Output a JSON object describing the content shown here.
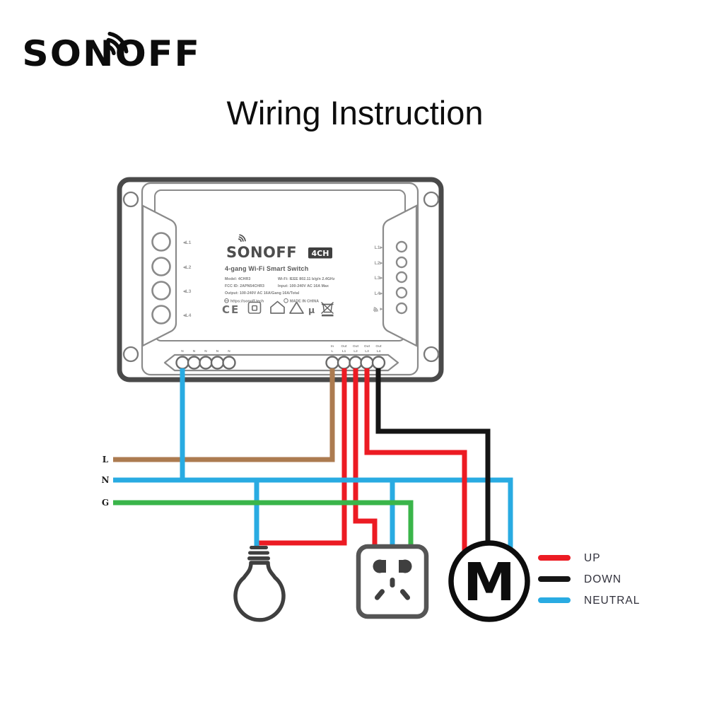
{
  "brand": {
    "name": "SONOFF"
  },
  "page": {
    "title": "Wiring Instruction"
  },
  "device": {
    "logo": "SONOFF",
    "badge": "4CH",
    "product_name": "4-gang Wi-Fi Smart Switch",
    "model": "Model: 4CHR3",
    "wifi": "Wi-Fi: IEEE 802.11 b/g/n 2.4GHz",
    "fcc_id": "FCC ID: 2APN54CHR3",
    "input": "Input: 100-240V AC 16A Max",
    "output": "Output: 100-240V AC  16A/Gang  16A/Total",
    "website": "https://sonoff.tech",
    "made_in": "MADE IN CHINA",
    "ce_mark": "CE",
    "mu_mark": "µ",
    "buttons": [
      "◂L1",
      "◂L2",
      "◂L3",
      "◂L4"
    ],
    "leds": [
      "L1▸",
      "L2▸",
      "L3▸",
      "L4▸",
      "▸"
    ],
    "terminals_left": [
      "N",
      "N",
      "N",
      "N",
      "N"
    ],
    "terminals_right": [
      {
        "row1": "In",
        "row2": "L"
      },
      {
        "row1": "Out",
        "row2": "L1"
      },
      {
        "row1": "Out",
        "row2": "L2"
      },
      {
        "row1": "Out",
        "row2": "L3"
      },
      {
        "row1": "Out",
        "row2": "L4"
      }
    ]
  },
  "wiring": {
    "labels": {
      "live": "L",
      "neutral": "N",
      "ground": "G"
    },
    "colors": {
      "live": "#AC7B50",
      "neutral": "#29ABE2",
      "ground": "#3AB54A",
      "up": "#EC1B23",
      "down": "#151515"
    }
  },
  "motor": {
    "label": "M"
  },
  "legend": {
    "items": [
      {
        "label": "UP",
        "color": "#EC1B23"
      },
      {
        "label": "DOWN",
        "color": "#151515"
      },
      {
        "label": "NEUTRAL",
        "color": "#29ABE2"
      }
    ]
  }
}
